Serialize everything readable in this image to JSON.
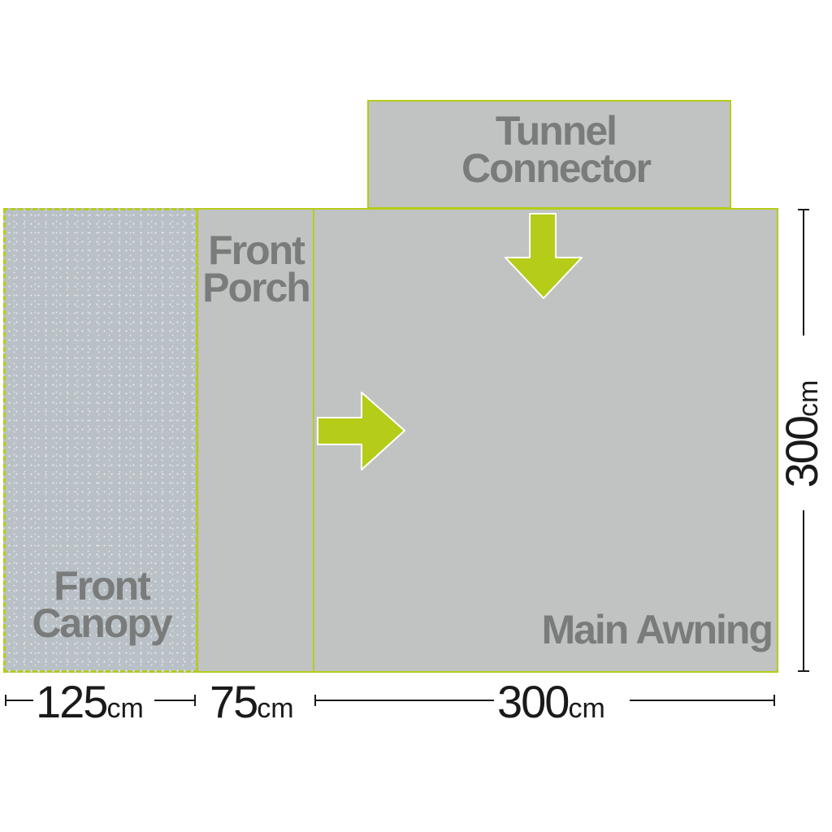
{
  "zones": {
    "tunnel": {
      "line1": "Tunnel",
      "line2": "Connector"
    },
    "porch": {
      "line1": "Front",
      "line2": "Porch"
    },
    "canopy": {
      "line1": "Front",
      "line2": "Canopy"
    },
    "main": {
      "label": "Main Awning"
    }
  },
  "dimensions": {
    "canopy_width": {
      "value": "125",
      "unit": "cm"
    },
    "porch_width": {
      "value": "75",
      "unit": "cm"
    },
    "main_width": {
      "value": "300",
      "unit": "cm"
    },
    "main_depth": {
      "value": "300",
      "unit": "cm"
    }
  },
  "colors": {
    "accent": "#b5cc18",
    "zone": "#c0c3c2",
    "canopy": "#b9c1c7",
    "label": "#7a7c7b"
  }
}
